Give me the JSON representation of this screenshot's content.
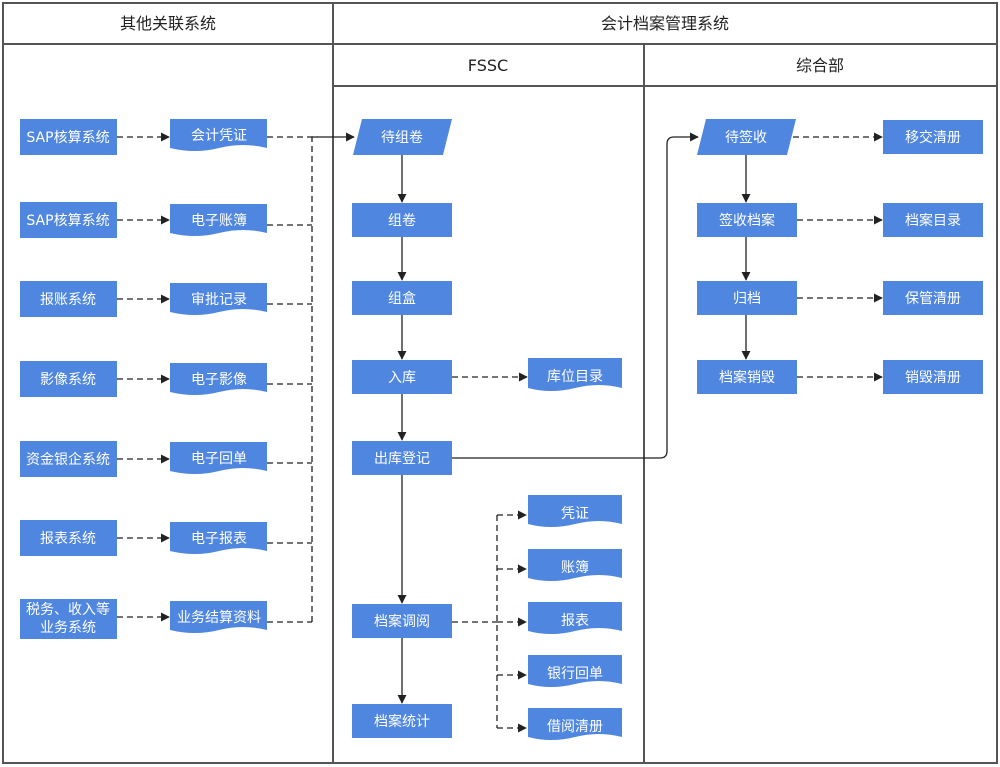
{
  "colors": {
    "node_fill": "#4f86df",
    "node_text": "#ffffff",
    "line": "#222222",
    "border": "#555555"
  },
  "headers": {
    "left": "其他关联系统",
    "right": "会计档案管理系统",
    "fssc": "FSSC",
    "dept": "综合部"
  },
  "sources": [
    {
      "system": "SAP核算系统",
      "doc": "会计凭证"
    },
    {
      "system": "SAP核算系统",
      "doc": "电子账簿"
    },
    {
      "system": "报账系统",
      "doc": "审批记录"
    },
    {
      "system": "影像系统",
      "doc": "电子影像"
    },
    {
      "system": "资金银企系统",
      "doc": "电子回单"
    },
    {
      "system": "报表系统",
      "doc": "电子报表"
    },
    {
      "system": [
        "税务、收入等",
        "业务系统"
      ],
      "doc": "业务结算资料"
    }
  ],
  "fssc": {
    "pending": "待组卷",
    "steps": [
      "组卷",
      "组盒",
      "入库",
      "出库登记",
      "档案调阅",
      "档案统计"
    ],
    "location_catalog": "库位目录",
    "lookup_docs": [
      "凭证",
      "账簿",
      "报表",
      "银行回单",
      "借阅清册"
    ]
  },
  "dept": {
    "pending": "待签收",
    "steps": [
      "签收档案",
      "归档",
      "档案销毁"
    ],
    "outputs": [
      "移交清册",
      "档案目录",
      "保管清册",
      "销毁清册"
    ]
  }
}
